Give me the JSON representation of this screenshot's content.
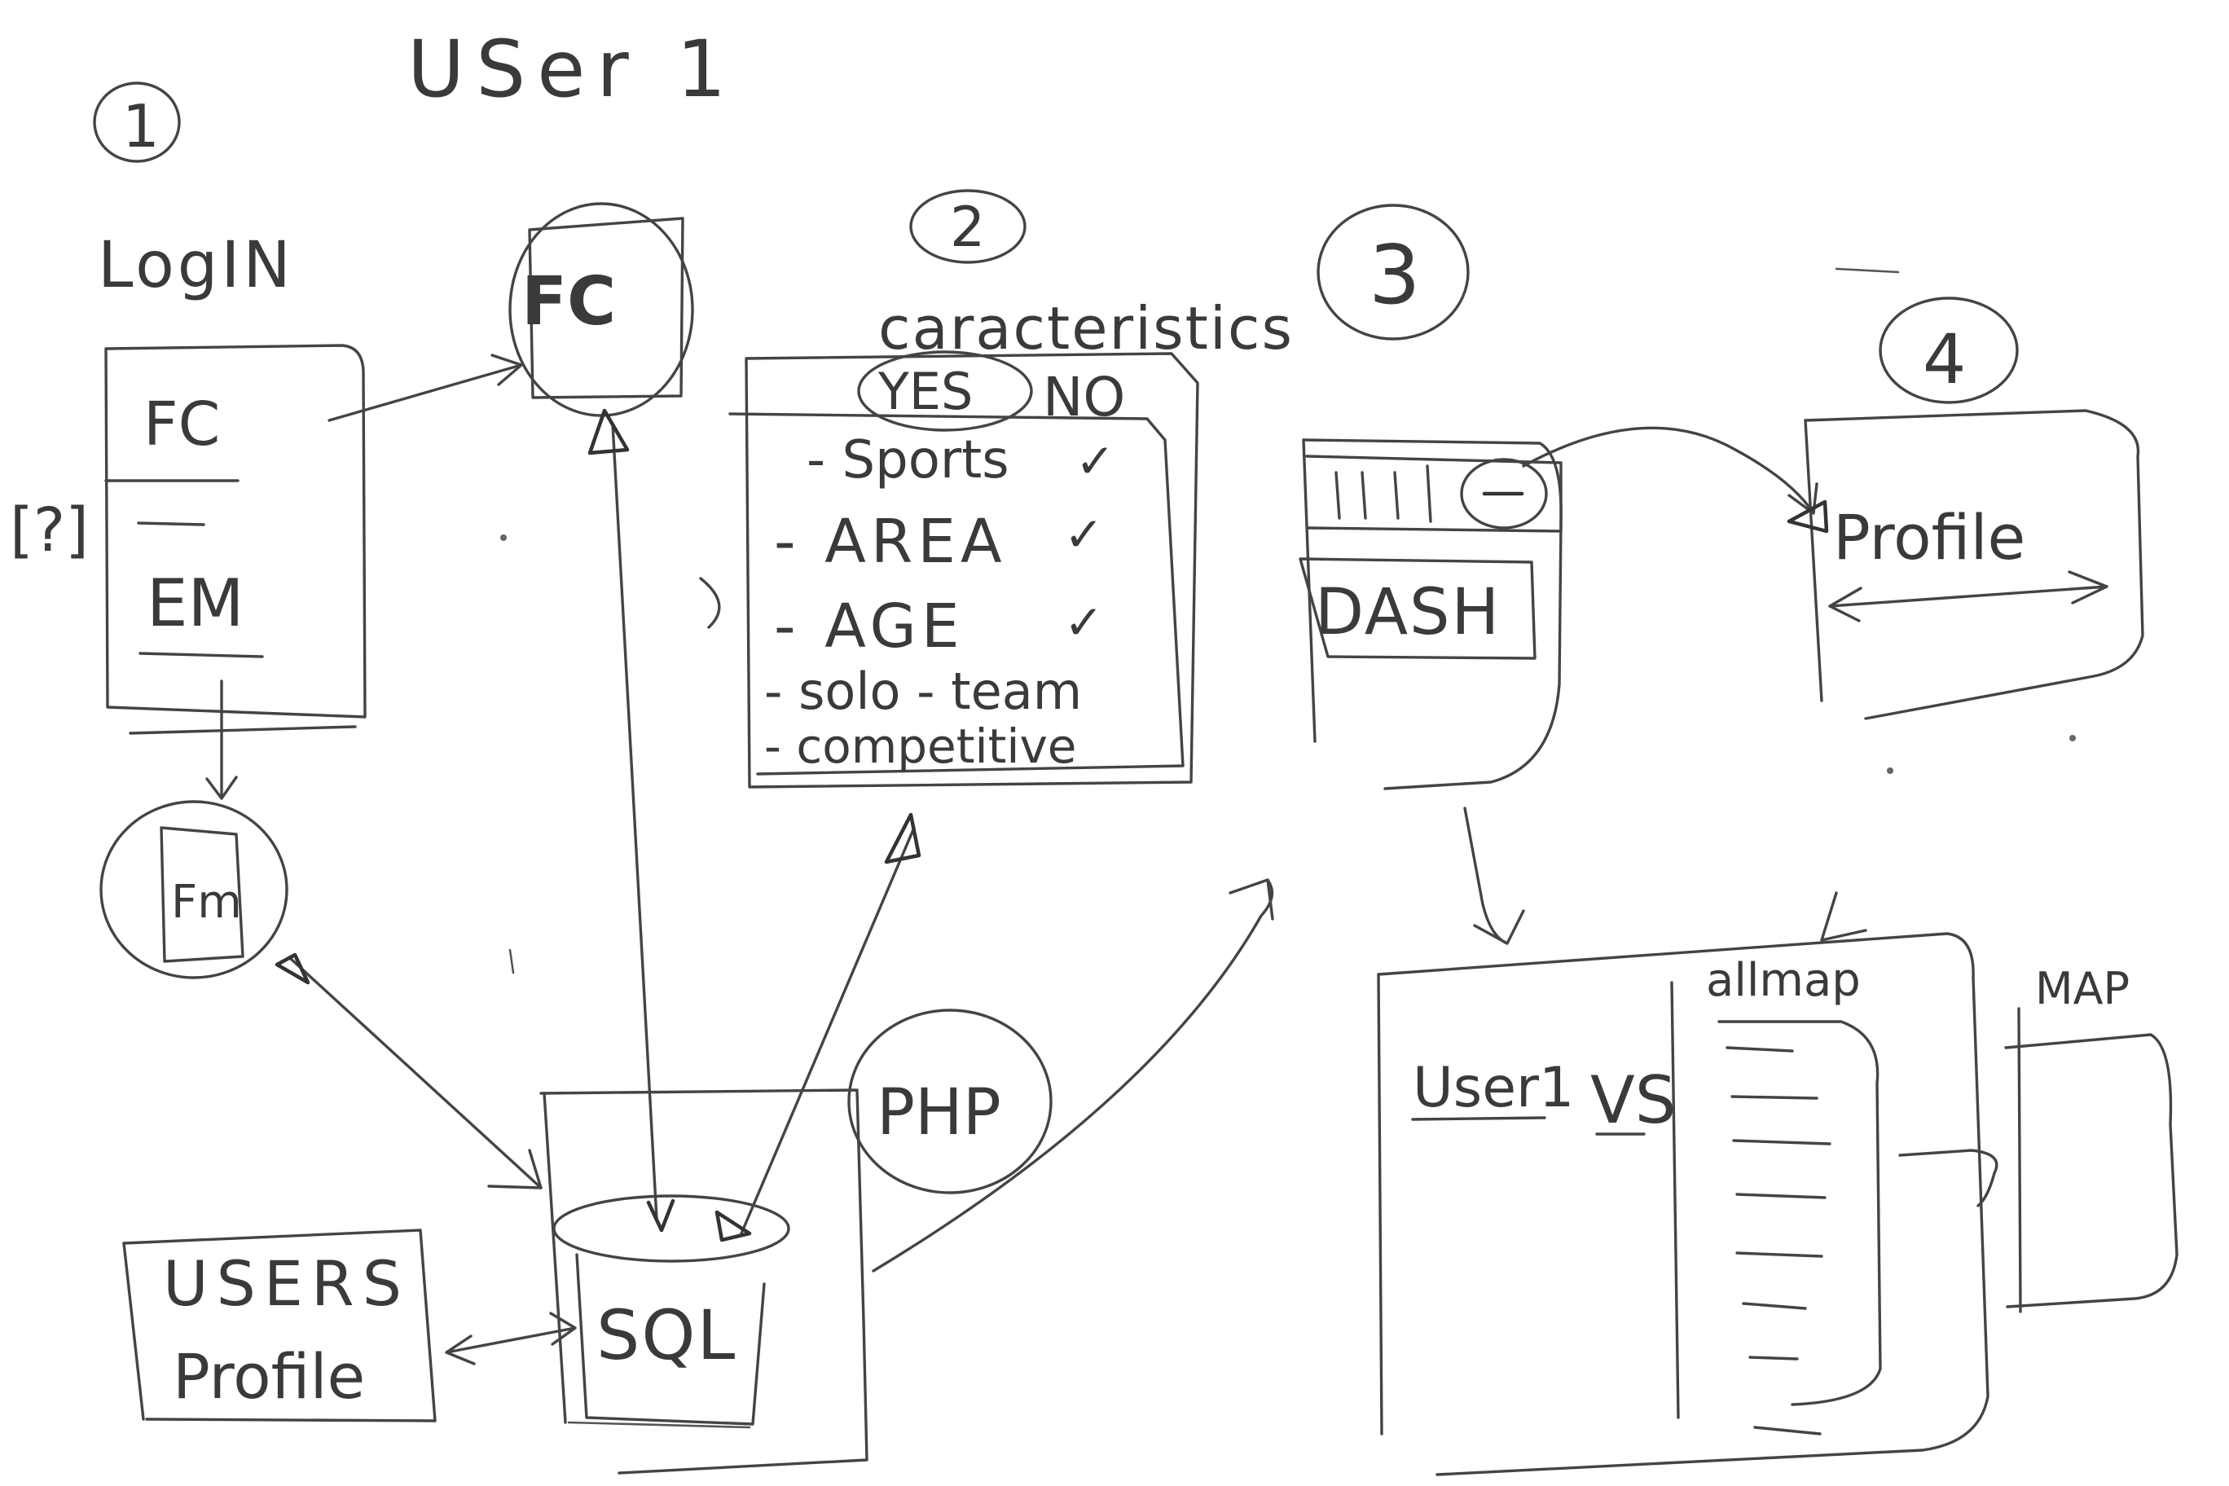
{
  "title": "USer 1",
  "steps": [
    "1",
    "2",
    "3",
    "4"
  ],
  "login": {
    "heading": "LogIN",
    "field_fc": "FC",
    "field_em": "EM",
    "side_mark": "[?]"
  },
  "fc_circle": {
    "label": "FC"
  },
  "em_circle": {
    "label": "Fm"
  },
  "characteristics": {
    "heading": "caracteristics",
    "yes": "YES",
    "no": "NO",
    "items": [
      "- Sports",
      "- AREA",
      "- AGE",
      "- solo - team",
      "- competitive"
    ],
    "check": "✓"
  },
  "dashboard": {
    "label": "DASH"
  },
  "profile": {
    "label": "Profile"
  },
  "match": {
    "user": "User1",
    "vs": "VS",
    "list_label": "allmap",
    "map_label": "MAP"
  },
  "backend": {
    "php": "PHP",
    "sql": "SQL",
    "users_line1": "USERS",
    "users_line2": "Profile"
  }
}
